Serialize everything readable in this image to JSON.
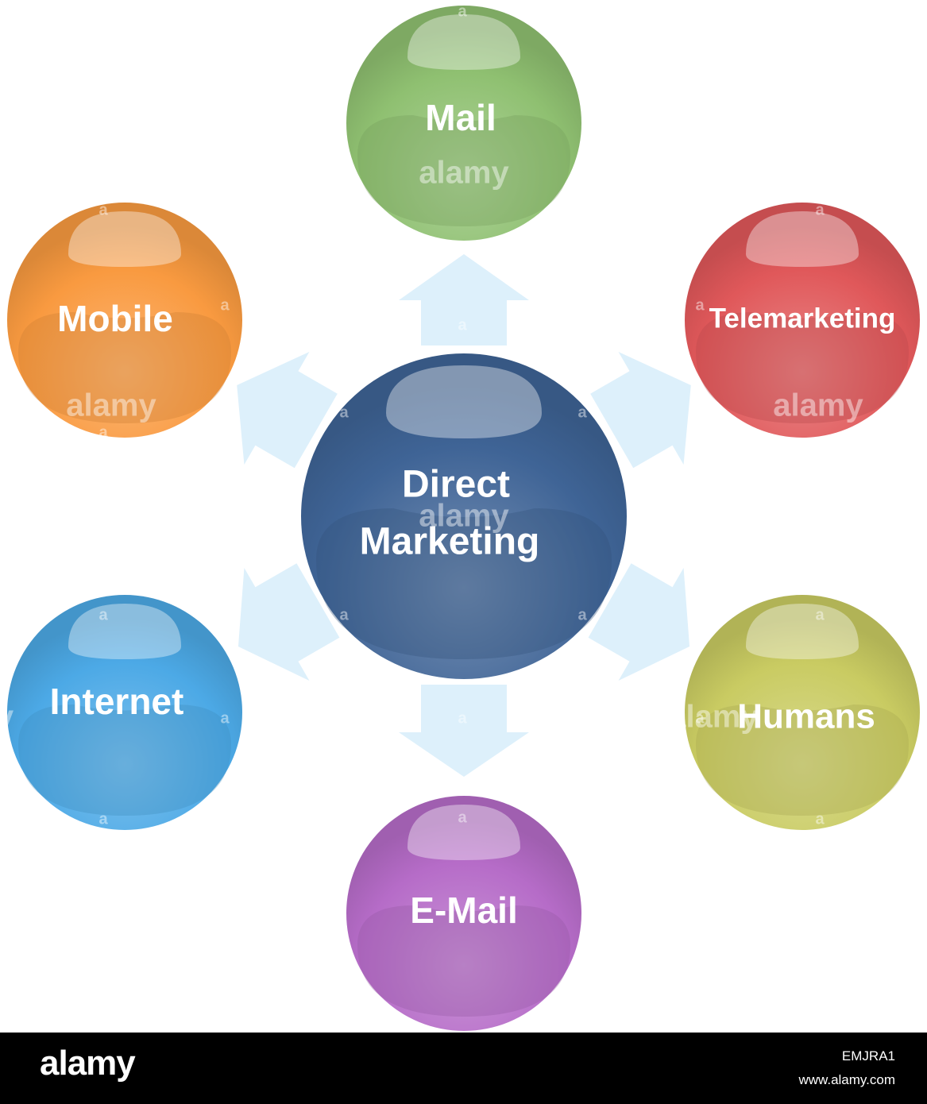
{
  "center": {
    "line1": "Direct",
    "line2": "Marketing",
    "color": "#3f6496"
  },
  "nodes": [
    {
      "id": "mail",
      "label": "Mail",
      "color": "#8fc071"
    },
    {
      "id": "telemarketing",
      "label": "Telemarketing",
      "color": "#e0585a"
    },
    {
      "id": "humans",
      "label": "Humans",
      "color": "#c9cb62"
    },
    {
      "id": "email",
      "label": "E-Mail",
      "color": "#b66cc8"
    },
    {
      "id": "internet",
      "label": "Internet",
      "color": "#4ca9e6"
    },
    {
      "id": "mobile",
      "label": "Mobile",
      "color": "#f99a40"
    }
  ],
  "arrow_color": "#ddf0fb",
  "watermark": {
    "text": "alamy",
    "letter": "a"
  },
  "footer": {
    "logo": "alamy",
    "image_id": "EMJRA1",
    "site": "www.alamy.com"
  }
}
